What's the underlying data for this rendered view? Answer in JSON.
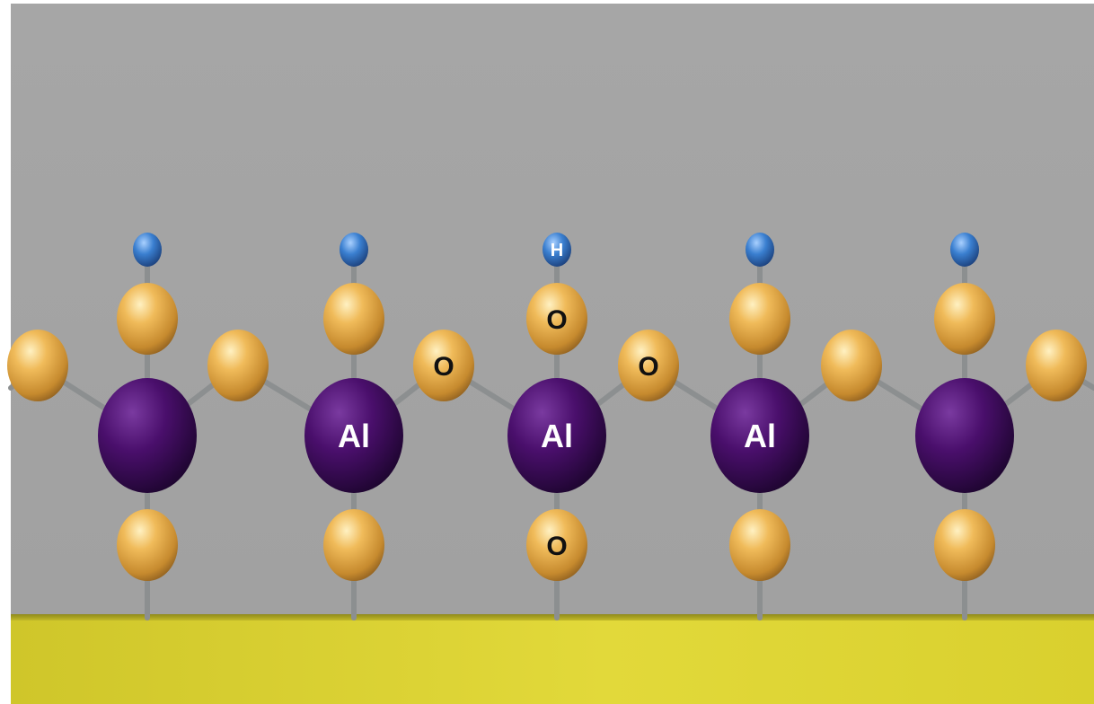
{
  "atoms": {
    "al_label": "Al",
    "o_label": "O",
    "h_label": "H"
  },
  "colors": {
    "background": "#a3a3a3",
    "substrate": "#d8cf2c",
    "aluminum": "#3a0a55",
    "oxygen": "#e0a447",
    "hydrogen": "#2f6fc4",
    "bond": "#8c8f90"
  },
  "units": [
    {
      "al_label_shown": false,
      "o_top_label_shown": false,
      "o_bottom_label_shown": false,
      "h_label_shown": false
    },
    {
      "al_label_shown": true,
      "o_top_label_shown": false,
      "o_bottom_label_shown": false,
      "h_label_shown": false
    },
    {
      "al_label_shown": true,
      "o_top_label_shown": true,
      "o_bottom_label_shown": true,
      "h_label_shown": true
    },
    {
      "al_label_shown": true,
      "o_top_label_shown": false,
      "o_bottom_label_shown": false,
      "h_label_shown": false
    },
    {
      "al_label_shown": false,
      "o_top_label_shown": false,
      "o_bottom_label_shown": false,
      "h_label_shown": false
    }
  ],
  "bridges": [
    {
      "label_shown": false
    },
    {
      "label_shown": false
    },
    {
      "label_shown": true
    },
    {
      "label_shown": true
    },
    {
      "label_shown": false
    },
    {
      "label_shown": false
    }
  ]
}
